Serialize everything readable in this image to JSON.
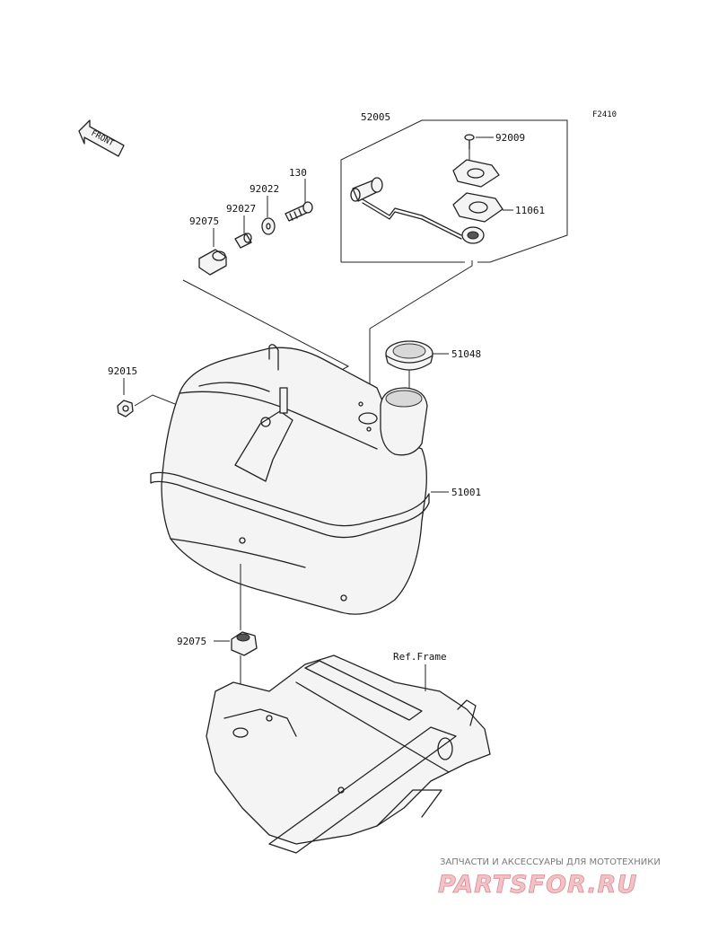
{
  "figure_code": "F2410",
  "front_arrow_label": "FRONT",
  "ref_label": "Ref.Frame",
  "parts": {
    "p52005": "52005",
    "p92009": "92009",
    "p11061": "11061",
    "p130": "130",
    "p92022": "92022",
    "p92027": "92027",
    "p92075_top": "92075",
    "p51048": "51048",
    "p92015": "92015",
    "p51001": "51001",
    "p92075_bottom": "92075"
  },
  "watermark": {
    "tagline": "ЗАПЧАСТИ И АКСЕССУАРЫ ДЛЯ МОТОТЕХНИКИ",
    "brand": "PARTSFOR.RU"
  }
}
